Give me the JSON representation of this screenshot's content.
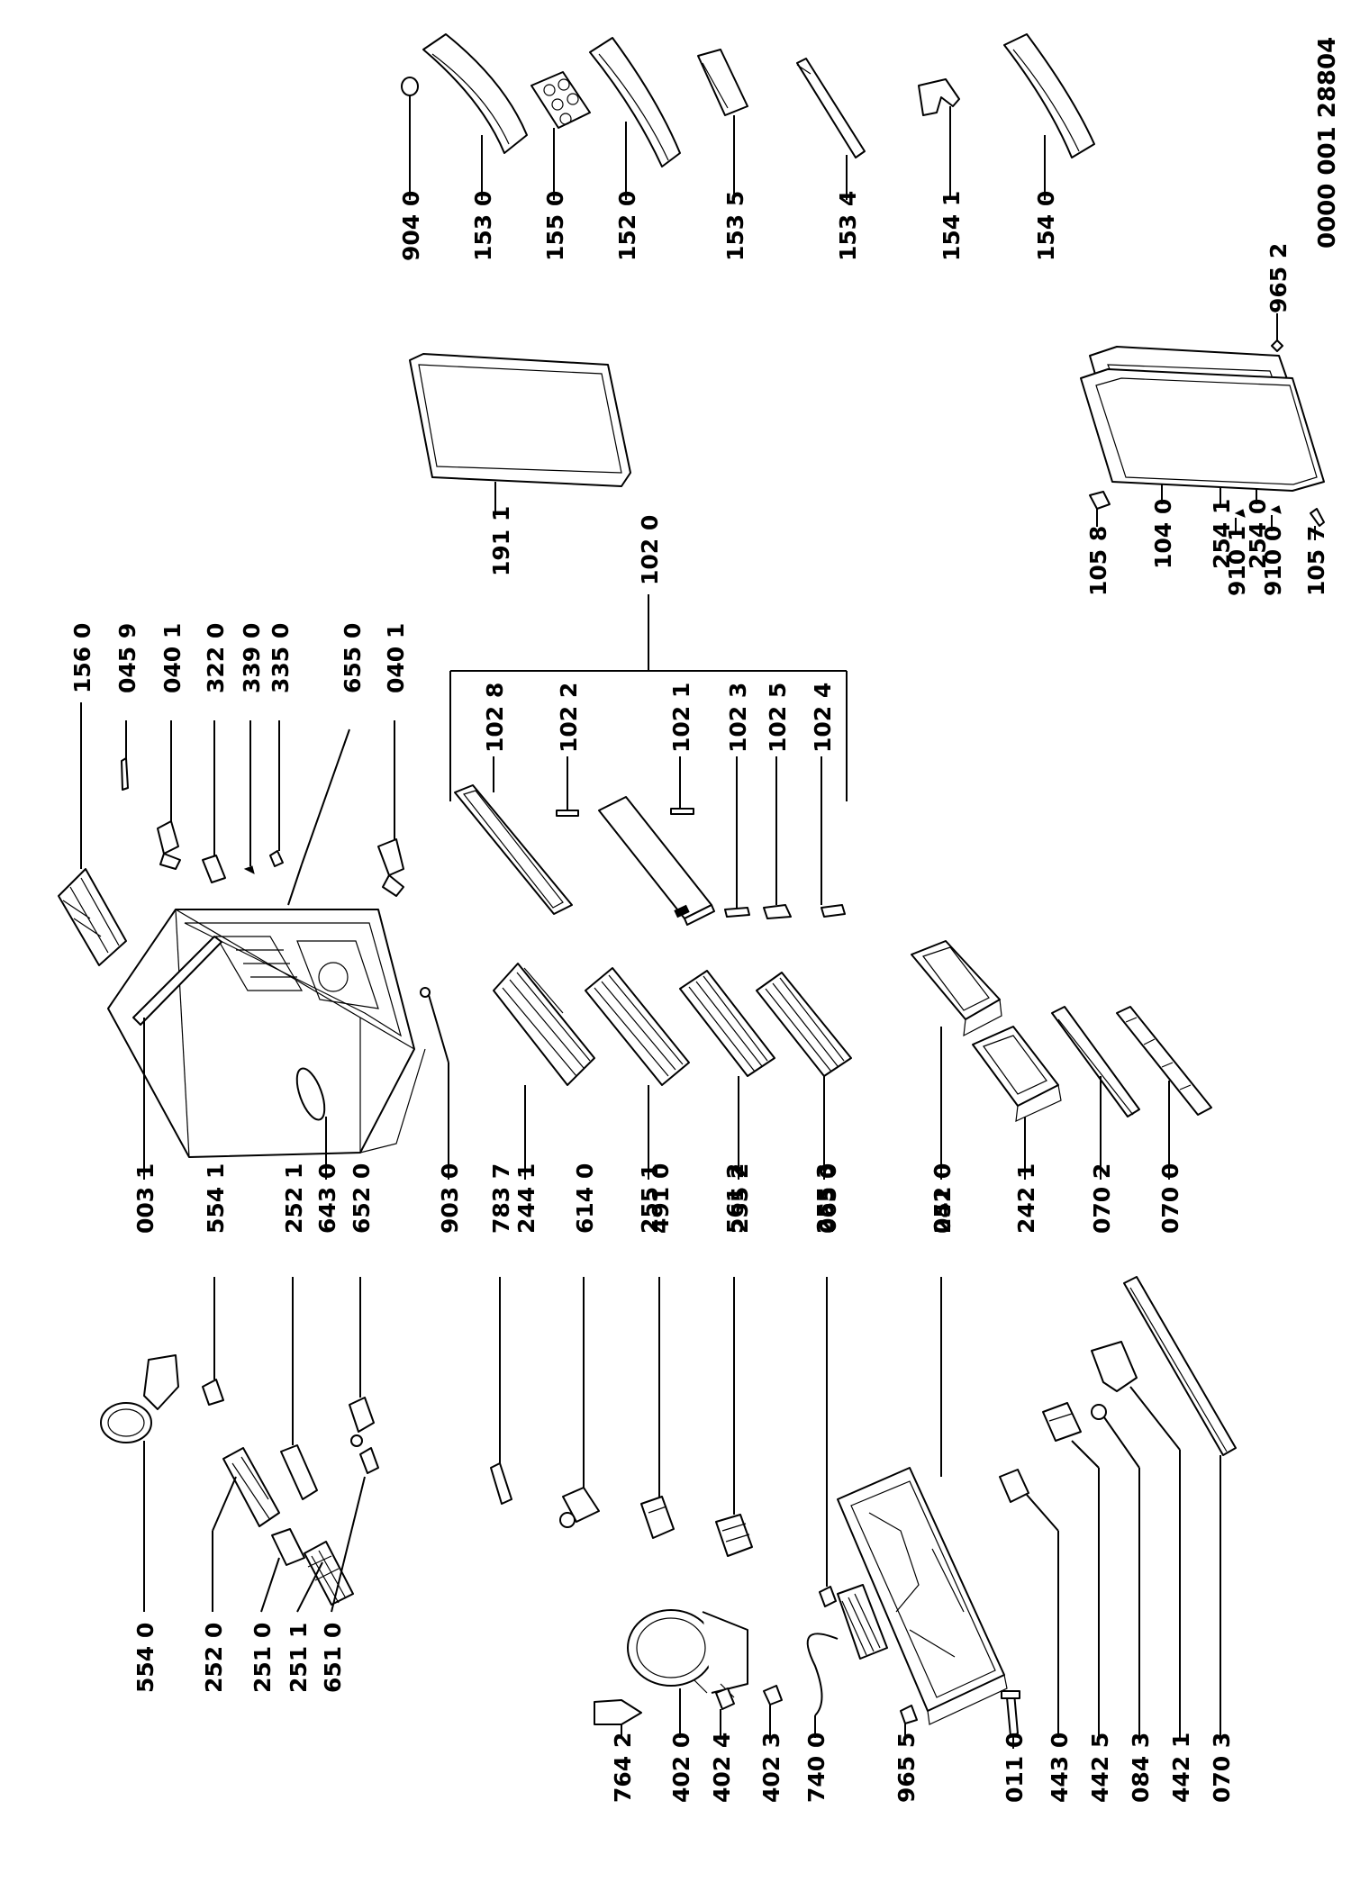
{
  "document_number": "0000 001 28804",
  "part_numbers": {
    "p9040": "904 0",
    "p1530": "153 0",
    "p1550": "155 0",
    "p1520": "152 0",
    "p1535": "153 5",
    "p1534": "153 4",
    "p1541": "154 1",
    "p1540": "154 0",
    "p9652": "965 2",
    "p2540": "254 0",
    "p2541": "254 1",
    "p1040": "104 0",
    "p1058": "105 8",
    "p9101": "910 1",
    "p9100": "910 0",
    "p1057": "105 7",
    "p1911": "191 1",
    "p1020": "102 0",
    "p1560": "156 0",
    "p0459": "045 9",
    "p0401a": "040 1",
    "p3220": "322 0",
    "p3390": "339 0",
    "p3350": "335 0",
    "p6550": "655 0",
    "p0401b": "040 1",
    "p1028": "102 8",
    "p1022": "102 2",
    "p1021": "102 1",
    "p1023": "102 3",
    "p1025": "102 5",
    "p1024": "102 4",
    "p0031": "003 1",
    "p5541": "554 1",
    "p2521": "252 1",
    "p6430": "643 0",
    "p6520": "652 0",
    "p9030": "903 0",
    "p2441": "244 1",
    "p2551": "255 1",
    "p2552": "255 2",
    "p2553": "255 3",
    "p2420": "242 0",
    "p2421": "242 1",
    "p0702": "070 2",
    "p0700": "070 0",
    "p7837": "783 7",
    "p6140": "614 0",
    "p4910": "491 0",
    "p5612": "561 2",
    "p0650": "065 0",
    "p0510": "051 0",
    "p5540": "554 0",
    "p2520": "252 0",
    "p2510": "251 0",
    "p2511": "251 1",
    "p6510": "651 0",
    "p7642": "764 2",
    "p4020": "402 0",
    "p4024": "402 4",
    "p4023": "402 3",
    "p7400": "740 0",
    "p9655": "965 5",
    "p0110": "011 0",
    "p4430": "443 0",
    "p4425": "442 5",
    "p0843": "084 3",
    "p4421": "442 1",
    "p0703": "070 3"
  }
}
